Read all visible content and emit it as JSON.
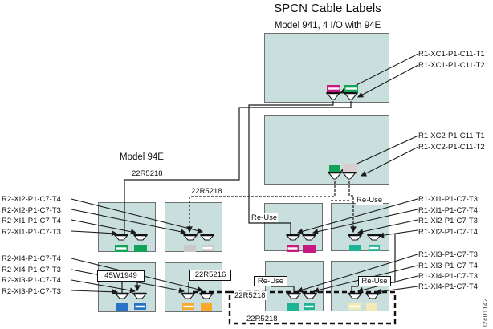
{
  "title": "SPCN Cable Labels",
  "subtitle": "Model 941, 4 I/O with 94E",
  "model_94e": "Model 94E",
  "figure_id": "l2c01142",
  "colors": {
    "box_fill": "#c9dfde",
    "box_border": "#6f6f6f",
    "line": "#1a1a1a",
    "magenta": "#c9187f",
    "green": "#12a258",
    "gray": "#c9c9c9",
    "warm_gray": "#d9cecd",
    "blue": "#2a72c8",
    "orange": "#f7a82b",
    "teal": "#1db495",
    "pale_yellow": "#f3e9b4"
  },
  "part_numbers": {
    "p22r5218_a": "22R5218",
    "p22r5218_b": "22R5218",
    "p22r5218_c": "22R5218",
    "p22r5218_d": "22R5218",
    "p45w1949": "45W1949",
    "p22r5216": "22R5216"
  },
  "reuse": {
    "r1": "Re-Use",
    "r2": "Re-Use",
    "r3": "Re-Use",
    "r4": "Re-Use"
  },
  "cable_labels": {
    "xc1": [
      "R1-XC1-P1-C11-T1",
      "R1-XC1-P1-C11-T2"
    ],
    "xc2": [
      "R1-XC2-P1-C11-T1",
      "R1-XC2-P1-C11-T2"
    ],
    "left_upper": [
      "R2-XI2-P1-C7-T4",
      "R2-XI2-P1-C7-T3",
      "R2-XI1-P1-C7-T4",
      "R2-XI1-P1-C7-T3"
    ],
    "left_lower": [
      "R2-XI4-P1-C7-T4",
      "R2-XI4-P1-C7-T3",
      "R2-XI3-P1-C7-T4",
      "R2-XI3-P1-C7-T3"
    ],
    "right_upper": [
      "R1-XI1-P1-C7-T3",
      "R1-XI1-P1-C7-T4",
      "R1-XI2-P1-C7-T3",
      "R1-XI2-P1-C7-T4"
    ],
    "right_lower": [
      "R1-XI3-P1-C7-T3",
      "R1-XI3-P1-C7-T4",
      "R1-XI4-P1-C7-T3",
      "R1-XI4-P1-C7-T4"
    ]
  }
}
